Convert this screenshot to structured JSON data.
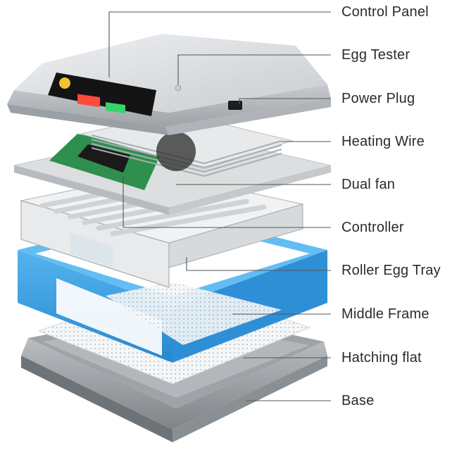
{
  "labels": [
    "Control Panel",
    "Egg Tester",
    "Power Plug",
    "Heating Wire",
    "Dual fan",
    "Controller",
    "Roller Egg Tray",
    "Middle Frame",
    "Hatching flat",
    "Base"
  ],
  "colors": {
    "lid": "#cfd2d5",
    "lid_dark": "#a9adb1",
    "pcb": "#2f8f4e",
    "tray_blue": "#3a9ee0",
    "base": "#8d9296",
    "leader": "#555555"
  }
}
